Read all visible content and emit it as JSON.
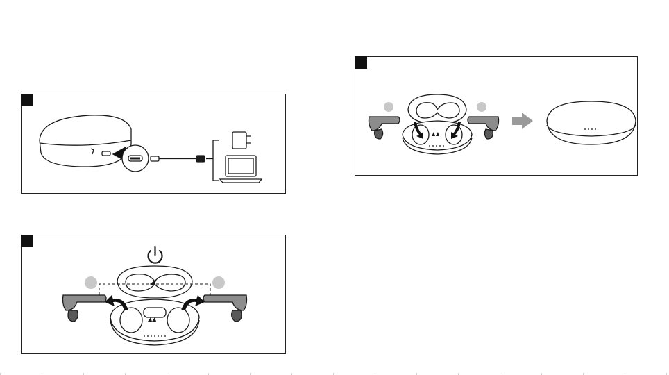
{
  "document": {
    "panels": [
      {
        "id": "charge-panel",
        "step_number": "",
        "icons": [
          "charging-case-icon",
          "usb-c-port-icon",
          "usb-cable-icon",
          "wall-adapter-icon",
          "laptop-icon"
        ]
      },
      {
        "id": "power-on-panel",
        "step_number": "",
        "icons": [
          "power-icon",
          "open-charging-case-icon",
          "left-earbud-icon",
          "right-earbud-icon",
          "curved-arrow-left-icon",
          "curved-arrow-right-icon"
        ]
      },
      {
        "id": "store-panel",
        "step_number": "",
        "icons": [
          "open-charging-case-icon",
          "left-earbud-icon",
          "right-earbud-icon",
          "gray-arrow-right-icon",
          "closed-charging-case-icon"
        ]
      }
    ]
  },
  "colors": {
    "line": "#1a1a1a",
    "earbud_fill": "#8c8c8c",
    "earbud_dark": "#5a5a5a",
    "indicator_dot": "#c8c8c8",
    "arrow_gray": "#9a9a9a"
  }
}
